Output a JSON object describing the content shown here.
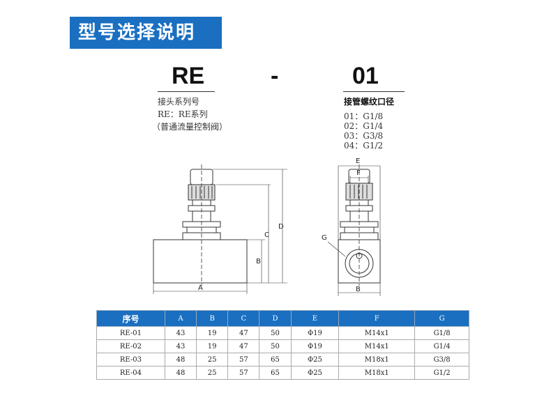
{
  "banner": {
    "title": "型号选择说明"
  },
  "model_code": {
    "prefix": "RE",
    "separator": "-",
    "suffix": "01"
  },
  "prefix_notes": {
    "line1": "接头系列号",
    "line2": "RE：RE系列",
    "line3": "（普通流量控制阀）"
  },
  "suffix_notes": {
    "heading": "接管螺纹口径",
    "options": [
      "01：G1/8",
      "02：G1/4",
      "03：G3/8",
      "04：G1/2"
    ]
  },
  "drawing_labels": {
    "side": {
      "A": "A",
      "B": "B",
      "C": "C",
      "D": "D"
    },
    "front": {
      "E": "E",
      "F": "F",
      "G": "G",
      "B": "B"
    }
  },
  "colors": {
    "accent": "#1a6fc1"
  },
  "table": {
    "headers": [
      "序号",
      "A",
      "B",
      "C",
      "D",
      "E",
      "F",
      "G"
    ],
    "rows": [
      [
        "RE-01",
        "43",
        "19",
        "47",
        "50",
        "Φ19",
        "M14x1",
        "G1/8"
      ],
      [
        "RE-02",
        "43",
        "19",
        "47",
        "50",
        "Φ19",
        "M14x1",
        "G1/4"
      ],
      [
        "RE-03",
        "48",
        "25",
        "57",
        "65",
        "Φ25",
        "M18x1",
        "G3/8"
      ],
      [
        "RE-04",
        "48",
        "25",
        "57",
        "65",
        "Φ25",
        "M18x1",
        "G1/2"
      ]
    ]
  }
}
